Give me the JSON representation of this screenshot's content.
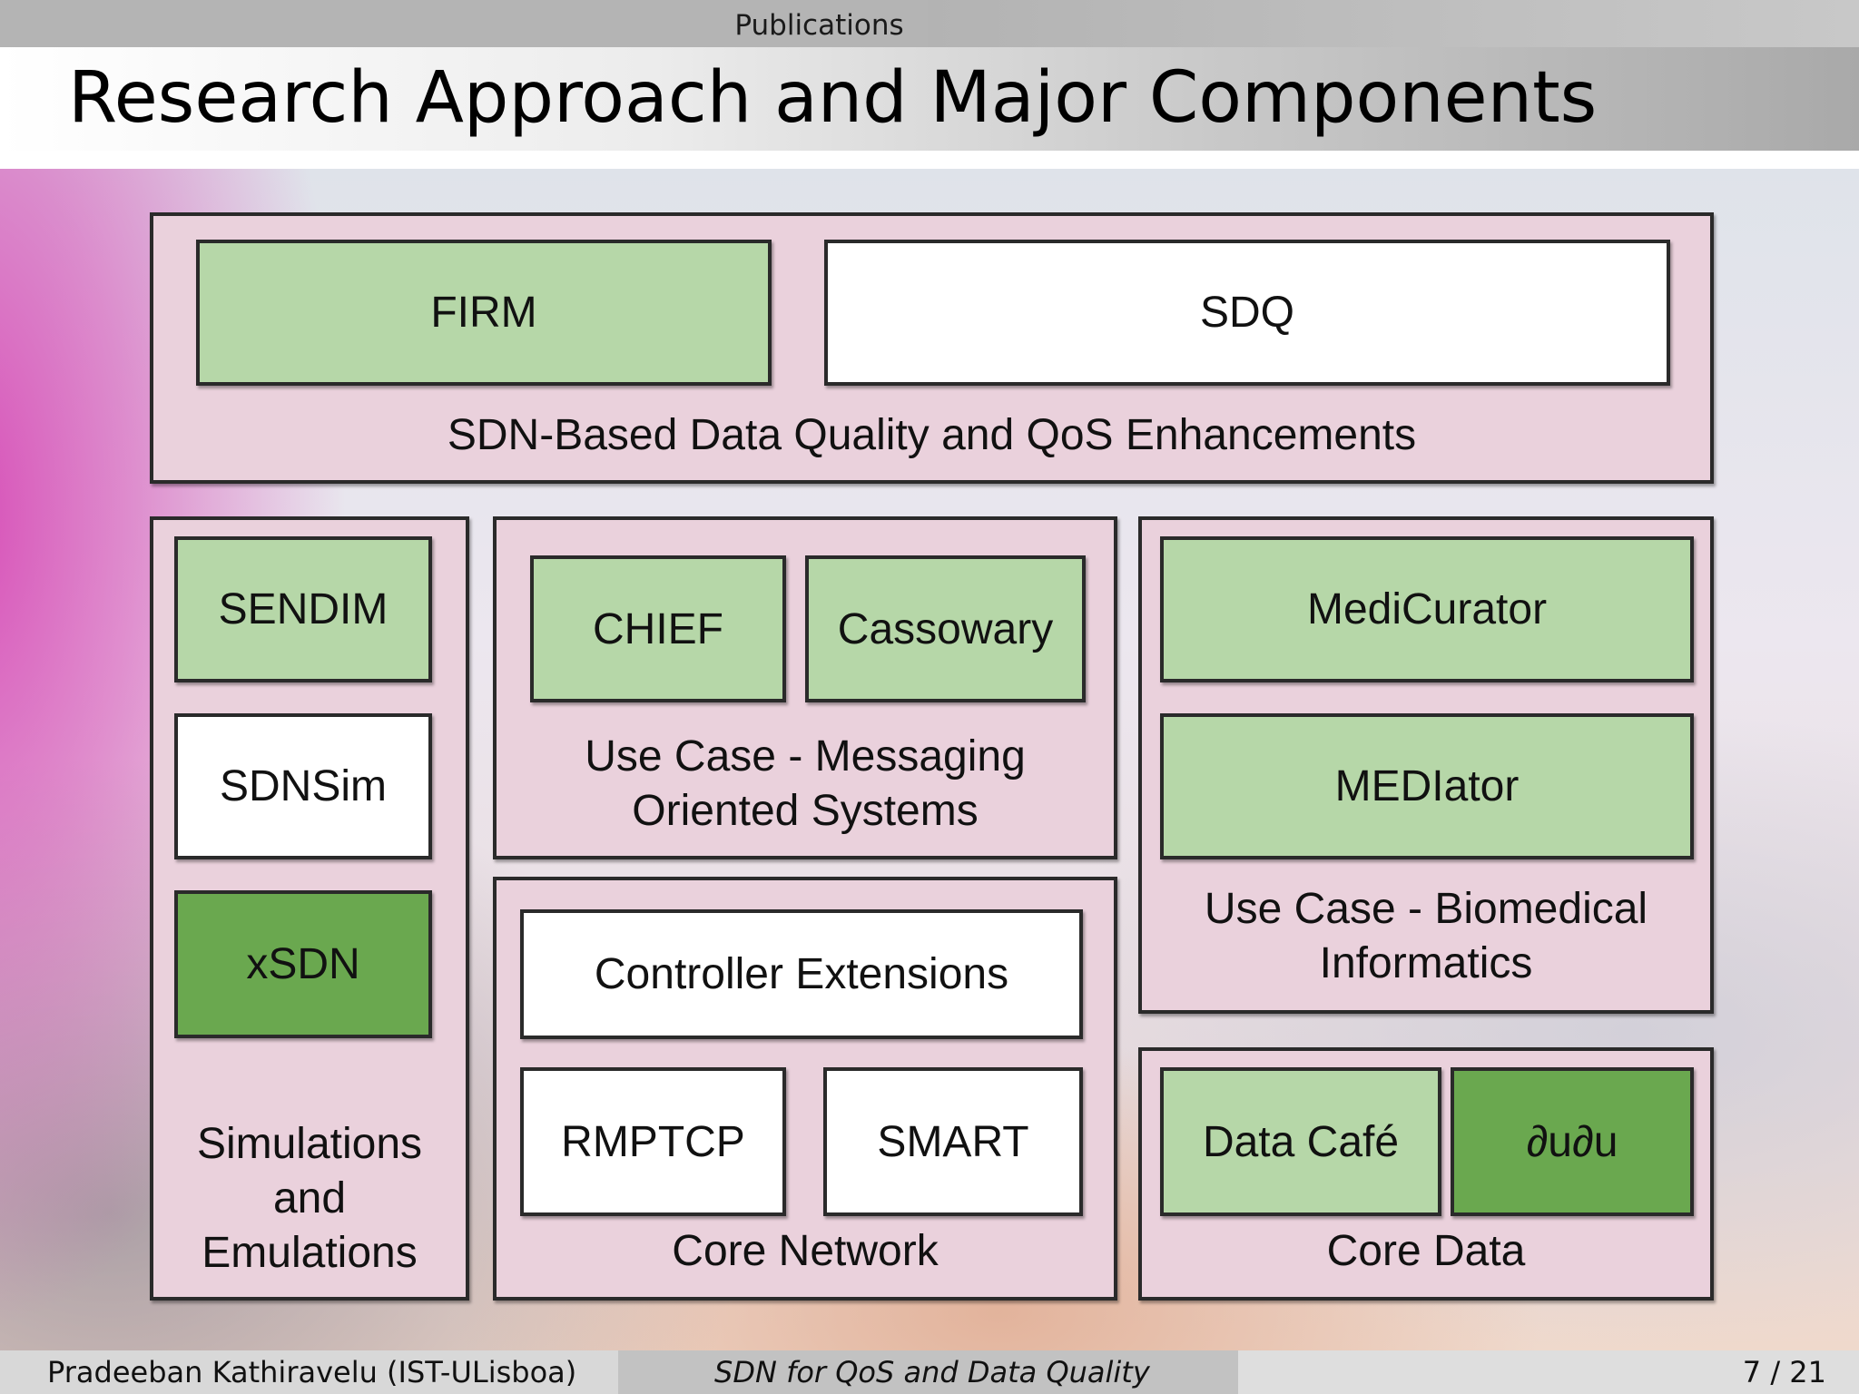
{
  "header": {
    "section": "Publications",
    "title": "Research Approach and Major Components"
  },
  "diagram": {
    "top_group": {
      "label": "SDN-Based Data Quality and QoS Enhancements",
      "firm": "FIRM",
      "sdq": "SDQ"
    },
    "sim_group": {
      "label": "Simulations\nand\nEmulations",
      "sendim": "SENDIM",
      "sdnsim": "SDNSim",
      "xsdn": "xSDN"
    },
    "messaging_group": {
      "label": "Use Case - Messaging\nOriented Systems",
      "chief": "CHIEF",
      "cassowary": "Cassowary"
    },
    "core_network_group": {
      "label": "Core Network",
      "controller_extensions": "Controller Extensions",
      "rmptcp": "RMPTCP",
      "smart": "SMART"
    },
    "biomedical_group": {
      "label": "Use Case - Biomedical\nInformatics",
      "medicurator": "MediCurator",
      "mediator": "MEDIator"
    },
    "core_data_group": {
      "label": "Core Data",
      "data_cafe": "Data Café",
      "dudu": "∂u∂u"
    },
    "colors": {
      "group_fill": "#ead1dc",
      "light_green": "#b6d7a8",
      "dark_green": "#6aa84f",
      "white": "#ffffff"
    }
  },
  "footer": {
    "author": "Pradeeban Kathiravelu  (IST-ULisboa)",
    "short_title": "SDN for QoS and Data Quality",
    "page": "7 / 21"
  }
}
